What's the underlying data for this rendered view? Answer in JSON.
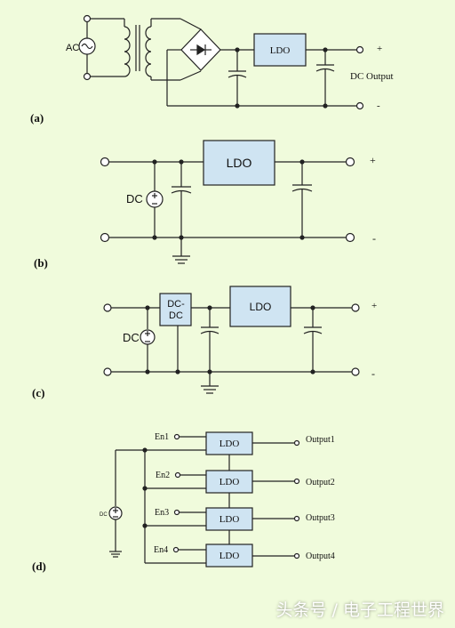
{
  "colors": {
    "background": "#f0fbdc",
    "ldo_fill": "#cfe4f2",
    "wire": "#222222"
  },
  "panel_a": {
    "label": "(a)",
    "ac_label": "AC",
    "ldo_label": "LDO",
    "plus": "+",
    "minus": "-",
    "output_label": "DC Output"
  },
  "panel_b": {
    "label": "(b)",
    "dc_label": "DC",
    "ldo_label": "LDO",
    "plus": "+",
    "minus": "-"
  },
  "panel_c": {
    "label": "(c)",
    "dc_label": "DC",
    "dcdc_line1": "DC-",
    "dcdc_line2": "DC",
    "ldo_label": "LDO",
    "plus": "+",
    "minus": "-"
  },
  "panel_d": {
    "label": "(d)",
    "dc_label": "DC",
    "channels": [
      {
        "enable": "En1",
        "ldo": "LDO",
        "output": "Output1"
      },
      {
        "enable": "En2",
        "ldo": "LDO",
        "output": "Output2"
      },
      {
        "enable": "En3",
        "ldo": "LDO",
        "output": "Output3"
      },
      {
        "enable": "En4",
        "ldo": "LDO",
        "output": "Output4"
      }
    ]
  },
  "watermark": "头条号 / 电子工程世界"
}
